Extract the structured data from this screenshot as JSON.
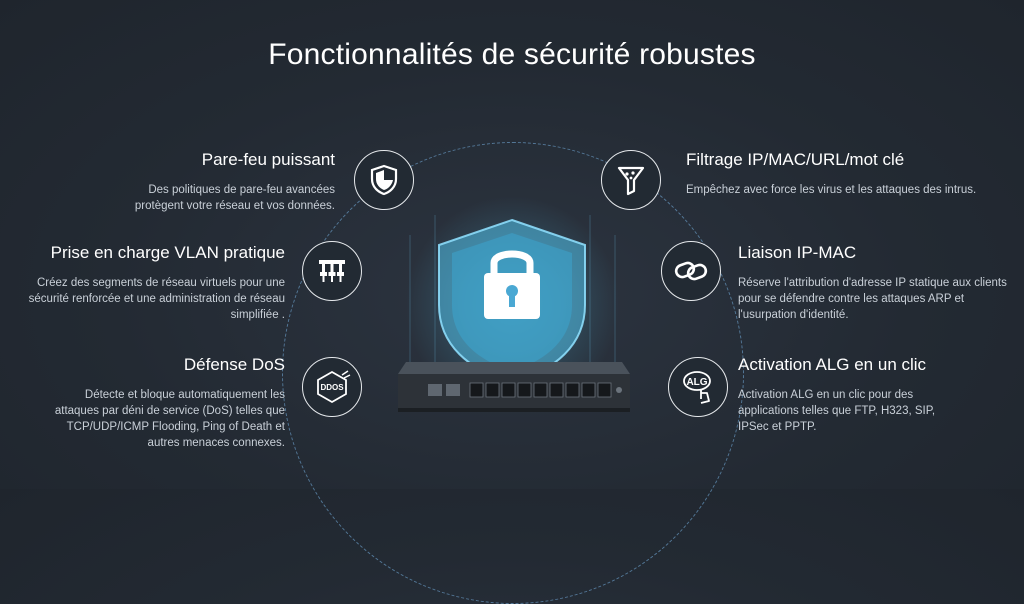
{
  "title": "Fonctionnalités de sécurité robustes",
  "features": {
    "firewall": {
      "title": "Pare-feu puissant",
      "description": "Des politiques de pare-feu avancées protègent votre réseau et vos données.",
      "icon": "shield-icon"
    },
    "vlan": {
      "title": "Prise en charge VLAN pratique",
      "description": "Créez des segments de réseau virtuels pour une sécurité renforcée et une administration de réseau simplifiée .",
      "icon": "network-topology-icon"
    },
    "dos": {
      "title": "Défense DoS",
      "description": "Détecte et bloque automatiquement les attaques par déni de service (DoS) telles que TCP/UDP/ICMP Flooding, Ping of Death et autres menaces connexes.",
      "icon": "ddos-icon",
      "icon_label": "DDOS"
    },
    "filtering": {
      "title": "Filtrage IP/MAC/URL/mot clé",
      "description": "Empêchez avec force les virus et les attaques des intrus.",
      "icon": "filter-funnel-icon"
    },
    "ipmac": {
      "title": "Liaison IP-MAC",
      "description": "Réserve l'attribution d'adresse IP statique aux clients pour se défendre contre les attaques ARP et l'usurpation d'identité.",
      "icon": "chain-link-icon"
    },
    "alg": {
      "title": "Activation ALG en un clic",
      "description": "Activation ALG en un clic pour des applications telles que FTP, H323, SIP, IPSec et PPTP.",
      "icon": "alg-touch-icon",
      "icon_label": "ALG"
    }
  },
  "colors": {
    "background": "#232a33",
    "accent": "#4ec3e8",
    "text": "#ffffff",
    "subtext": "#c9d0d8"
  }
}
